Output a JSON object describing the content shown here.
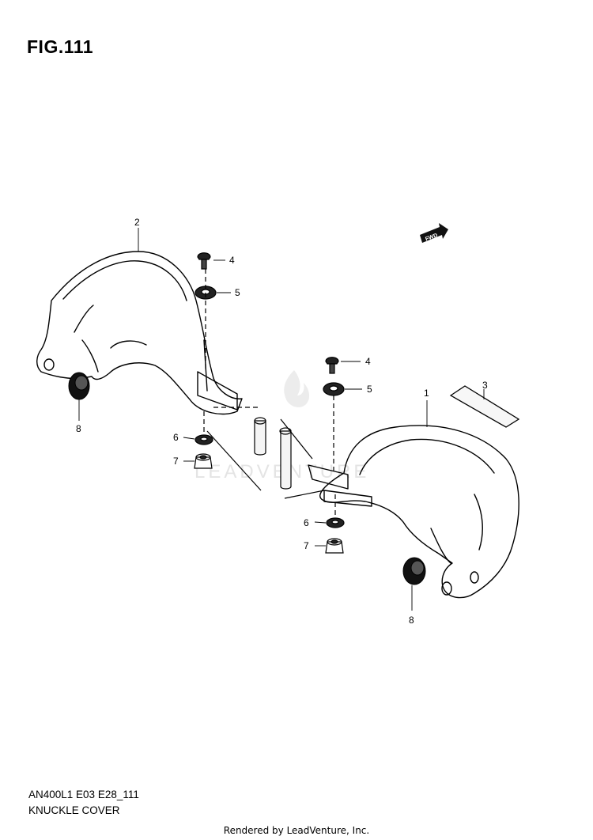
{
  "figure": {
    "title": "FIG.111",
    "model_code": "AN400L1 E03 E28_111",
    "part_name": "KNUCKLE COVER",
    "rendered_by": "Rendered by LeadVenture, Inc."
  },
  "callouts": [
    {
      "id": "c2",
      "label": "2"
    },
    {
      "id": "c4a",
      "label": "4"
    },
    {
      "id": "c5a",
      "label": "5"
    },
    {
      "id": "c8a",
      "label": "8"
    },
    {
      "id": "c6a",
      "label": "6"
    },
    {
      "id": "c7a",
      "label": "7"
    },
    {
      "id": "c4b",
      "label": "4"
    },
    {
      "id": "c5b",
      "label": "5"
    },
    {
      "id": "c1",
      "label": "1"
    },
    {
      "id": "c3",
      "label": "3"
    },
    {
      "id": "c6b",
      "label": "6"
    },
    {
      "id": "c7b",
      "label": "7"
    },
    {
      "id": "c8b",
      "label": "8"
    }
  ],
  "fwd_label": "FWD",
  "watermark": "LEADVENTURE"
}
